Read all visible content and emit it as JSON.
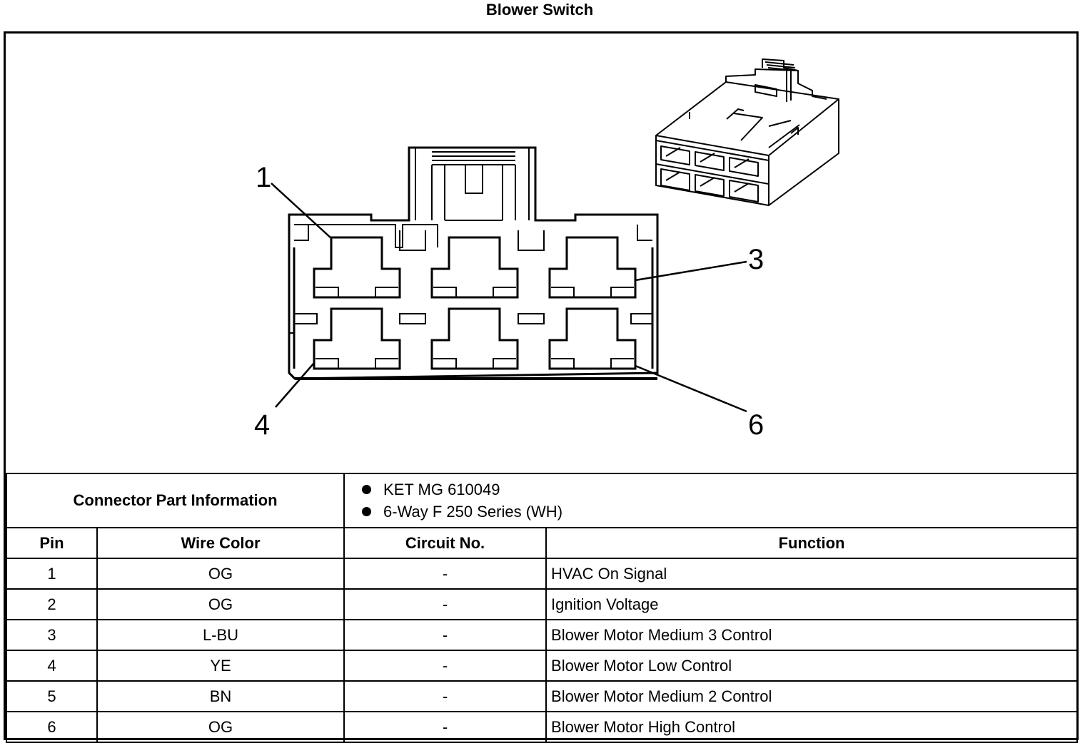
{
  "title": "Blower Switch",
  "diagram": {
    "pin_callouts": [
      "1",
      "3",
      "4",
      "6"
    ]
  },
  "connector_info": {
    "label": "Connector Part Information",
    "items": [
      "KET MG 610049",
      "6-Way F 250 Series (WH)"
    ]
  },
  "table": {
    "headers": [
      "Pin",
      "Wire Color",
      "Circuit No.",
      "Function"
    ],
    "rows": [
      {
        "pin": "1",
        "wire_color": "OG",
        "circuit": "-",
        "function": "HVAC On Signal"
      },
      {
        "pin": "2",
        "wire_color": "OG",
        "circuit": "-",
        "function": "Ignition Voltage"
      },
      {
        "pin": "3",
        "wire_color": "L-BU",
        "circuit": "-",
        "function": "Blower Motor Medium 3 Control"
      },
      {
        "pin": "4",
        "wire_color": "YE",
        "circuit": "-",
        "function": "Blower Motor Low Control"
      },
      {
        "pin": "5",
        "wire_color": "BN",
        "circuit": "-",
        "function": "Blower Motor Medium 2 Control"
      },
      {
        "pin": "6",
        "wire_color": "OG",
        "circuit": "-",
        "function": "Blower Motor High Control"
      }
    ]
  }
}
